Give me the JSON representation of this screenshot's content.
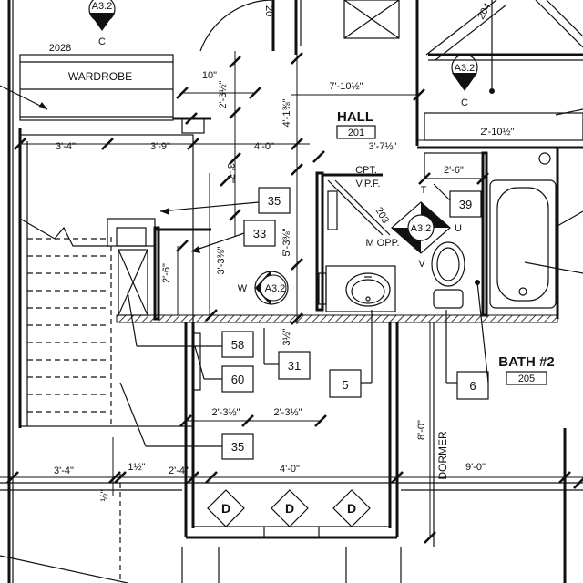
{
  "rooms": {
    "hall": {
      "name": "HALL",
      "number": "201"
    },
    "bath": {
      "name": "BATH #2",
      "number": "205"
    },
    "wardrobe": "WARDROBE",
    "dormer": "DORMER"
  },
  "labels": {
    "door_2028": "2028",
    "cpt": "CPT.",
    "vpf": "V.P.F.",
    "m_opp": "M OPP.",
    "num_204": "204",
    "num_203": "203"
  },
  "section_markers": [
    {
      "ref": "A3.2",
      "dir": "C"
    },
    {
      "ref": "A3.2",
      "dir": "C"
    },
    {
      "ref": "A3.2",
      "dirs": [
        "T",
        "U",
        "V",
        "M"
      ]
    },
    {
      "ref": "A3.2",
      "dir": "W"
    }
  ],
  "dimensions": {
    "d_10": "10\"",
    "d_2_3half_v": "2'-3½\"",
    "d_4_1_3_8": "4'-1⅜\"",
    "d_7_10half": "7'-10½\"",
    "d_3_7half": "3'-7½\"",
    "d_2_6_top": "2'-6\"",
    "d_2_10half": "2'-10½\"",
    "d_3_4_top": "3'-4\"",
    "d_3_9": "3'-9\"",
    "d_4_0_top": "4'-0\"",
    "d_3_7": "3'-7\"",
    "d_5_3_3_8": "5'-3⅜\"",
    "d_3_3_8": "3'-3⅜\"",
    "d_2_6_left": "2'-6\"",
    "d_3_4_bot": "3'-4\"",
    "d_1half": "1½\"",
    "d_2_4": "2'-4\"",
    "d_4_0_bot": "4'-0\"",
    "d_2_3half_a": "2'-3½\"",
    "d_2_3half_b": "2'-3½\"",
    "d_8_0": "8'-0\"",
    "d_9_0": "9'-0\"",
    "d_half": "½\"",
    "d_3half": "3½\""
  },
  "keynotes": [
    "35",
    "33",
    "39",
    "58",
    "60",
    "31",
    "5",
    "6",
    "35"
  ],
  "door_tags": [
    "D",
    "D",
    "D"
  ],
  "partial_text": {
    "top_20": "20"
  }
}
